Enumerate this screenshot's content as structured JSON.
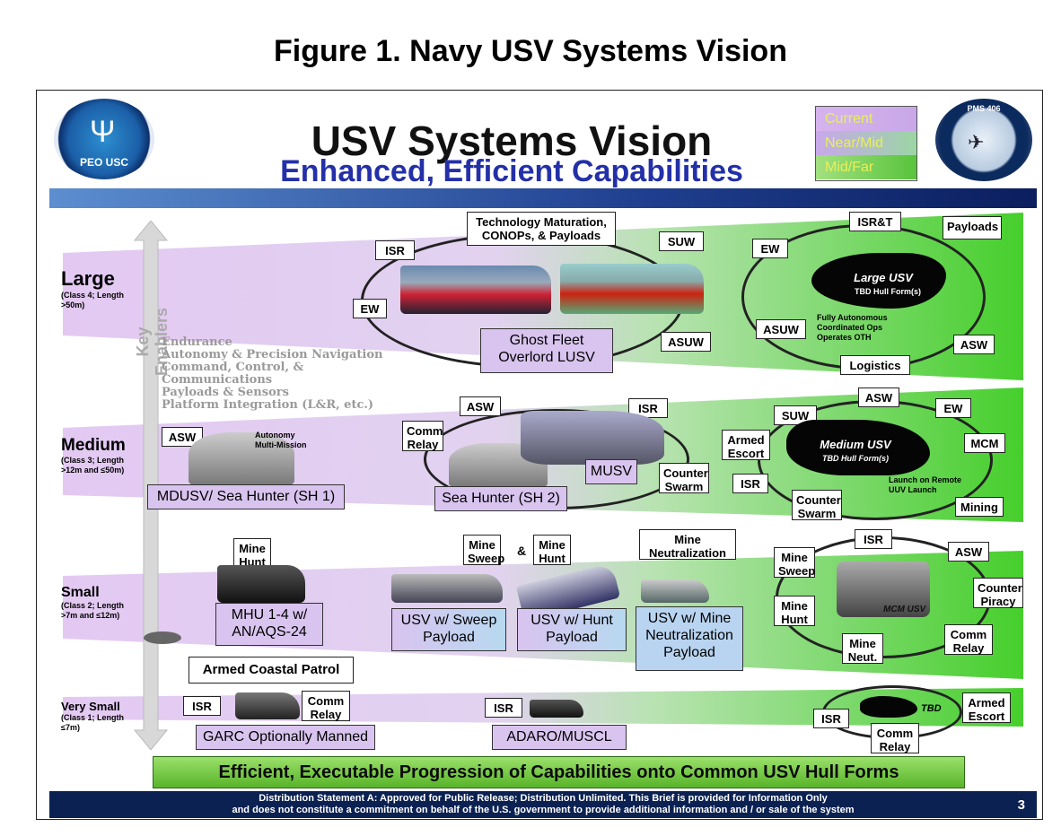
{
  "figure_caption": "Figure 1. Navy USV Systems Vision",
  "slide": {
    "title": "USV Systems Vision",
    "subtitle": "Enhanced, Efficient Capabilities",
    "left_seal_text": "PEO USC",
    "right_seal_text": "PMS 406",
    "legend": [
      "Current",
      "Near/Mid",
      "Mid/Far"
    ],
    "key_enablers_label": "Key Enablers",
    "enablers": [
      "Endurance",
      "Autonomy & Precision Navigation",
      "Command, Control, & Communications",
      "Payloads & Sensors",
      "Platform Integration (L&R, etc.)"
    ],
    "colors": {
      "current": "#d6b3ee",
      "near_mid": "#b7d9f0",
      "mid_far": "#58c43c",
      "band": "#1f3f8f"
    }
  },
  "lanes": {
    "large": {
      "label": "Large",
      "sub": "(Class 4; Length >50m)"
    },
    "medium": {
      "label": "Medium",
      "sub": "(Class 3; Length >12m and ≤50m)"
    },
    "small": {
      "label": "Small",
      "sub": "(Class 2; Length >7m and ≤12m)"
    },
    "very_small": {
      "label": "Very Small",
      "sub": "(Class 1; Length ≤7m)"
    }
  },
  "large_lane": {
    "tech": "Technology Maturation, CONOPs, & Payloads",
    "isr": "ISR",
    "suw": "SUW",
    "ew": "EW",
    "asuw": "ASUW",
    "program": "Ghost Fleet Overlord LUSV",
    "future": {
      "isrt": "ISR&T",
      "payloads": "Payloads",
      "ew": "EW",
      "asuw": "ASUW",
      "asw": "ASW",
      "logistics": "Logistics",
      "hull_title": "Large USV",
      "hull_sub": "TBD Hull Form(s)",
      "bullets": [
        "Fully Autonomous",
        "Coordinated Ops",
        "Operates OTH"
      ]
    }
  },
  "medium_lane": {
    "asw": "ASW",
    "bullets": [
      "Autonomy",
      "Multi-Mission"
    ],
    "program1": "MDUSV/ Sea Hunter (SH 1)",
    "asw2": "ASW",
    "isr": "ISR",
    "comm_relay": "Comm Relay",
    "counter_swarm": "Counter Swarm",
    "musv": "MUSV",
    "program2": "Sea Hunter (SH 2)",
    "future": {
      "asw": "ASW",
      "suw": "SUW",
      "ew": "EW",
      "armed_escort": "Armed Escort",
      "mcm": "MCM",
      "isr": "ISR",
      "counter_swarm": "Counter Swarm",
      "mining": "Mining",
      "hull_title": "Medium USV",
      "hull_sub": "TBD Hull Form(s)",
      "bullets": [
        "Launch on Remote",
        "UUV Launch"
      ]
    }
  },
  "small_lane": {
    "mine_hunt": "Mine Hunt",
    "mhu": "MHU 1-4 w/ AN/AQS-24",
    "armed_coastal": "Armed Coastal Patrol",
    "mine_sweep": "Mine Sweep",
    "amp": "&",
    "mine_hunt2": "Mine Hunt",
    "sweep_payload": "USV w/ Sweep Payload",
    "hunt_payload": "USV w/ Hunt Payload",
    "mine_neutralization": "Mine Neutralization",
    "neut_payload": "USV w/ Mine Neutralization Payload",
    "future": {
      "isr": "ISR",
      "asw": "ASW",
      "mine_sweep": "Mine Sweep",
      "counter_piracy": "Counter Piracy",
      "mine_hunt": "Mine Hunt",
      "comm_relay": "Comm Relay",
      "mine_neut": "Mine Neut.",
      "hull_title": "MCM USV"
    }
  },
  "very_small_lane": {
    "isr": "ISR",
    "comm_relay": "Comm Relay",
    "garc": "GARC Optionally Manned",
    "isr2": "ISR",
    "adaro": "ADARO/MUSCL",
    "future": {
      "isr": "ISR",
      "comm_relay": "Comm Relay",
      "armed_escort": "Armed Escort",
      "tbd": "TBD"
    }
  },
  "bottom_banner": "Efficient, Executable Progression of Capabilities onto Common USV Hull Forms",
  "footer": {
    "line1": "Distribution Statement A: Approved for Public Release; Distribution Unlimited. This Brief is provided for Information Only",
    "line2": "and does not constitute a commitment on behalf of the U.S. government to provide additional information and / or sale of the system",
    "page": "3"
  }
}
